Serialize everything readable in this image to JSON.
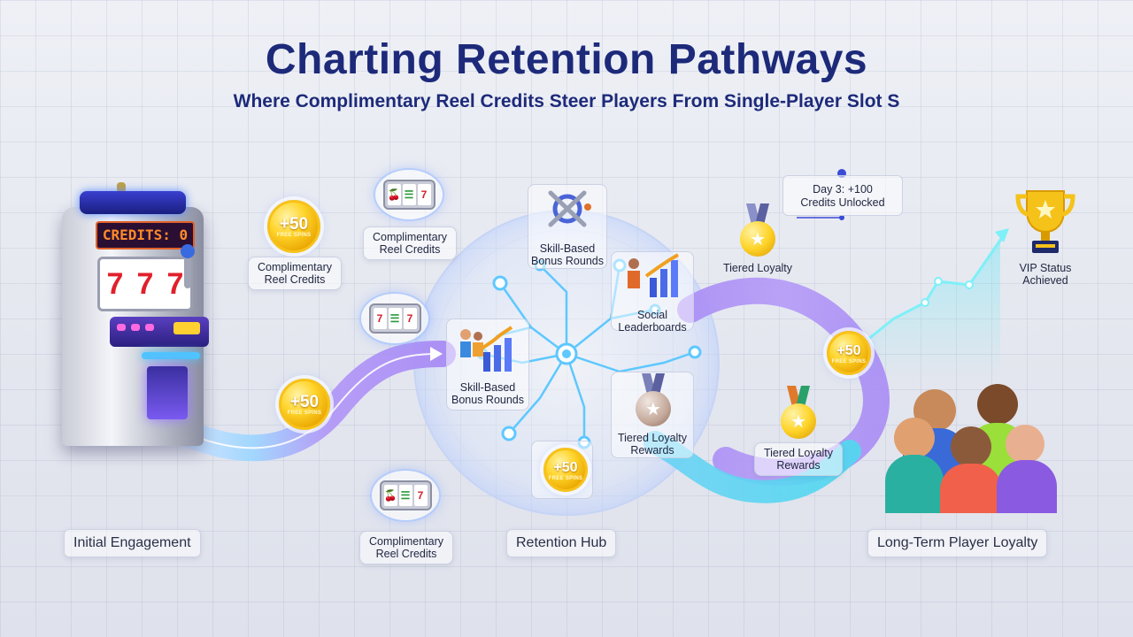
{
  "header": {
    "title": "Charting Retention Pathways",
    "subtitle": "Where Complimentary Reel Credits Steer Players From Single-Player Slot S"
  },
  "slot_machine": {
    "credits_display": "CREDITS: 0",
    "reel_symbols": [
      "7",
      "7",
      "7"
    ]
  },
  "coins": {
    "amount": "+50",
    "caption": "FREE SPINS"
  },
  "labels": {
    "reel_credits_1": "Complimentary\nReel Credits",
    "reel_credits_2": "Complimentary\nReel Credits",
    "reel_credits_3": "Complimentary\nReel Credits",
    "skill_bonus_top": "Skill-Based\nBonus Rounds",
    "skill_bonus_mid": "Skill-Based\nBonus Rounds",
    "social_leaderboards": "Social\nLeaderboards",
    "tiered_loyalty_rewards_hub": "Tiered Loyalty\nRewards",
    "tiered_loyalty": "Tiered Loyalty",
    "tiered_loyalty_rewards_right": "Tiered Loyalty\nRewards",
    "day3_note": "Day 3: +100\nCredits Unlocked",
    "vip_status": "VIP Status\nAchieved"
  },
  "sections": {
    "initial": "Initial Engagement",
    "hub": "Retention Hub",
    "long_term": "Long-Term Player Loyalty"
  },
  "colors": {
    "title": "#1d2a7a",
    "path_start": "#9fd6ff",
    "path_mid": "#a98cf5",
    "path_end": "#4fd8ef",
    "hub_glow": "#5ec8ff",
    "coin_gold": "#ffd42a"
  },
  "icons": [
    "slot-machine-icon",
    "coin-icon",
    "reel-icon",
    "crossed-swords-icon",
    "bar-chart-icon",
    "medal-icon",
    "trophy-icon",
    "players-group-icon"
  ]
}
